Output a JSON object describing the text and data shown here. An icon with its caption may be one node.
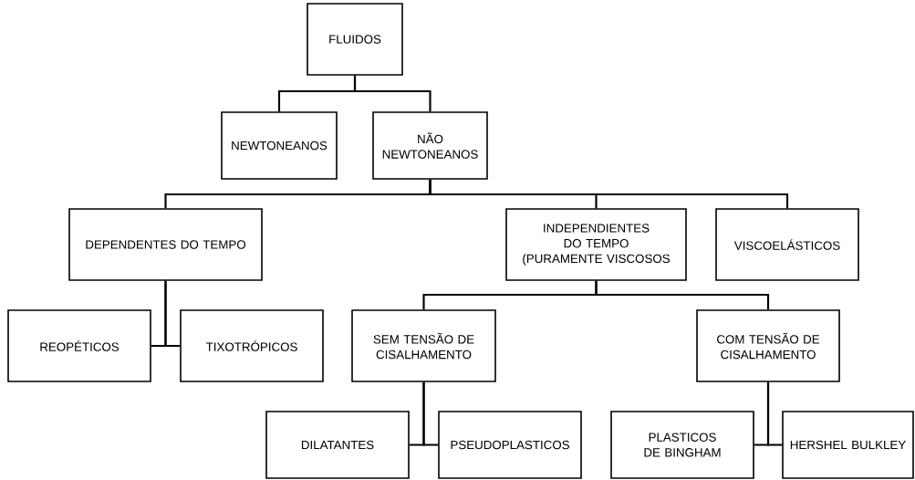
{
  "diagram": {
    "nodes": [
      {
        "text": [
          "FLUIDOS"
        ]
      },
      {
        "text": [
          "NEWTONEANOS"
        ]
      },
      {
        "text": [
          "NÃO NEWTONEANOS"
        ]
      },
      {
        "text": [
          "DEPENDENTES DO TEMPO"
        ]
      },
      {
        "text": [
          "INDEPENDIENTES DO TEMPO (PURAMENTE VISCOSOS"
        ]
      },
      {
        "text": [
          "VISCOELÁSTICOS"
        ]
      },
      {
        "text": [
          "REOPÉTICOS"
        ]
      },
      {
        "text": [
          "TIXOTRÓPICOS"
        ]
      },
      {
        "text": [
          "SEM TENSÃO DE CISALHAMENTO"
        ]
      },
      {
        "text": [
          "COM TENSÃO DE CISALHAMENTO"
        ]
      },
      {
        "text": [
          "DILATANTES"
        ]
      },
      {
        "text": [
          "PSEUDOPLASTICOS"
        ]
      },
      {
        "text": [
          "PLASTICOS DE BINGHAM"
        ]
      },
      {
        "text": [
          "HERSHEL BULKLEY"
        ]
      }
    ],
    "edges": [
      {
        "from": 0,
        "to": 1,
        "arrow": "none"
      },
      {
        "from": 0,
        "to": 2,
        "arrow": "none"
      },
      {
        "from": 2,
        "to": 3,
        "arrow": "none"
      },
      {
        "from": 2,
        "to": 4,
        "arrow": "none"
      },
      {
        "from": 2,
        "to": 5,
        "arrow": "none"
      },
      {
        "from": 3,
        "to": 6,
        "arrow": "none"
      },
      {
        "from": 3,
        "to": 7,
        "arrow": "none"
      },
      {
        "from": 4,
        "to": 8,
        "arrow": "none"
      },
      {
        "from": 4,
        "to": 9,
        "arrow": "none"
      },
      {
        "from": 8,
        "to": 10,
        "arrow": "none"
      },
      {
        "from": 8,
        "to": 11,
        "arrow": "none"
      },
      {
        "from": 9,
        "to": 12,
        "arrow": "none"
      },
      {
        "from": 9,
        "to": 13,
        "arrow": "none"
      }
    ]
  }
}
